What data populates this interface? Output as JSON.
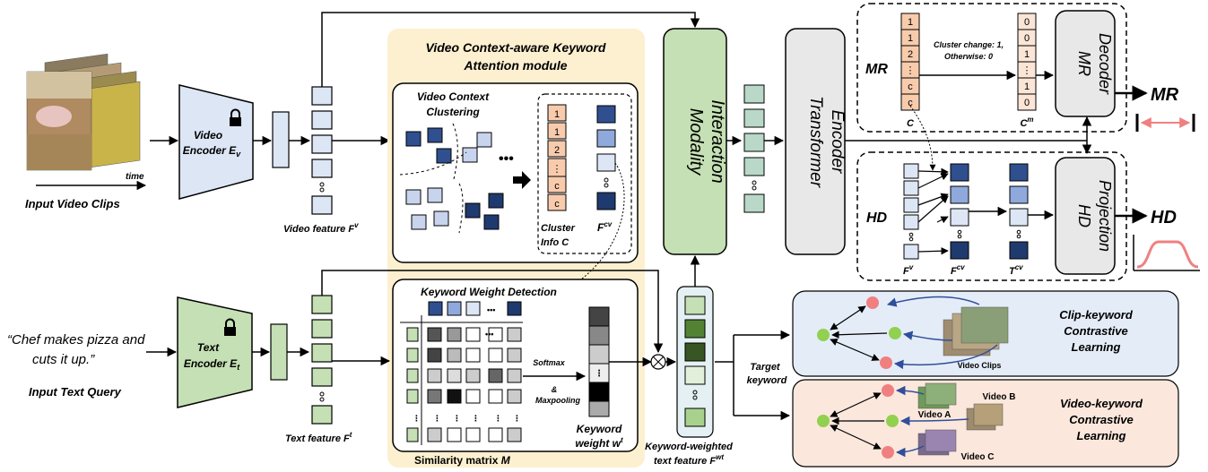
{
  "input_video": {
    "time_label": "time",
    "caption": "Input Video Clips"
  },
  "video_encoder": {
    "label": "Video",
    "label2": "Encoder",
    "symbol": "E",
    "sub": "v"
  },
  "video_feature": {
    "label": "Video feature",
    "symbol": "F",
    "sup": "v"
  },
  "text_query": {
    "line1": "“Chef makes pizza and",
    "line2": "cuts it up.”",
    "caption": "Input Text Query"
  },
  "text_encoder": {
    "label": "Text",
    "label2": "Encoder",
    "symbol": "E",
    "sub": "t"
  },
  "text_feature": {
    "label": "Text  feature",
    "symbol": "F",
    "sup": "t"
  },
  "vcka": {
    "title1": "Video Context-aware Keyword",
    "title2": "Attention module"
  },
  "clustering": {
    "title1": "Video Context",
    "title2": "Clustering",
    "ellipsis": "•••",
    "cluster_cells": [
      "1",
      "1",
      "2",
      "⋮",
      "c",
      "c"
    ],
    "cluster_label1": "Cluster",
    "cluster_label2": "Info C",
    "fcv_symbol": "F",
    "fcv_sup": "cv"
  },
  "keyword_detection": {
    "title": "Keyword Weight Detection",
    "softmax1": "Softmax",
    "softmax2": "&",
    "softmax3": "Maxpooling",
    "keyword1": "Keyword",
    "keyword2": "weight",
    "w_symbol": "w",
    "w_sup": "t",
    "sim_label": "Similarity matrix",
    "sim_symbol": "M"
  },
  "modality_interaction": {
    "line1": "Modality",
    "line2": "Interaction"
  },
  "transformer": {
    "line1": "Transformer",
    "line2": "Encoder"
  },
  "kw_text_feature": {
    "line1": "Keyword-weighted",
    "line2": "text feature",
    "symbol": "F",
    "sup": "wt"
  },
  "mr_branch": {
    "label": "MR",
    "c_cells": [
      "1",
      "1",
      "2",
      "⋮",
      "c",
      "c"
    ],
    "c_label": "C",
    "cm_cells": [
      "0",
      "0",
      "1",
      "⋮",
      "1",
      "0"
    ],
    "cm_symbol": "C",
    "cm_sup": "m",
    "note1": "Cluster change: 1,",
    "note2": "Otherwise: 0",
    "decoder1": "MR",
    "decoder2": "Decoder",
    "output": "MR"
  },
  "hd_branch": {
    "label": "HD",
    "fv_symbol": "F",
    "fv_sup": "v",
    "fcv_symbol": "F",
    "fcv_sup": "cv",
    "tcv_symbol": "T",
    "tcv_sup": "cv",
    "proj1": "HD",
    "proj2": "Projection",
    "output": "HD"
  },
  "target_keyword": {
    "line1": "Target",
    "line2": "keyword"
  },
  "clip_contrast": {
    "title1": "Clip-keyword",
    "title2": "Contrastive",
    "title3": "Learning",
    "caption": "Video Clips"
  },
  "video_contrast": {
    "title1": "Video-keyword",
    "title2": "Contrastive",
    "title3": "Learning",
    "video_a": "Video A",
    "video_b": "Video B",
    "video_c": "Video C"
  },
  "colors": {
    "light_blue": "#dde6f5",
    "mid_blue": "#8fa9dc",
    "dark_blue": "#1f3a6e",
    "green_light": "#c5e0b4",
    "green_dark": "#548235",
    "green_mid": "#a9d18e",
    "orange": "#f8cbad",
    "module_bg": "#fdf0d0",
    "encoder_bg": "#e8e8e8",
    "red_node": "#f08080",
    "green_node": "#92d050",
    "clip_bg": "#e4ecf7",
    "video_bg": "#fbe7dc"
  }
}
